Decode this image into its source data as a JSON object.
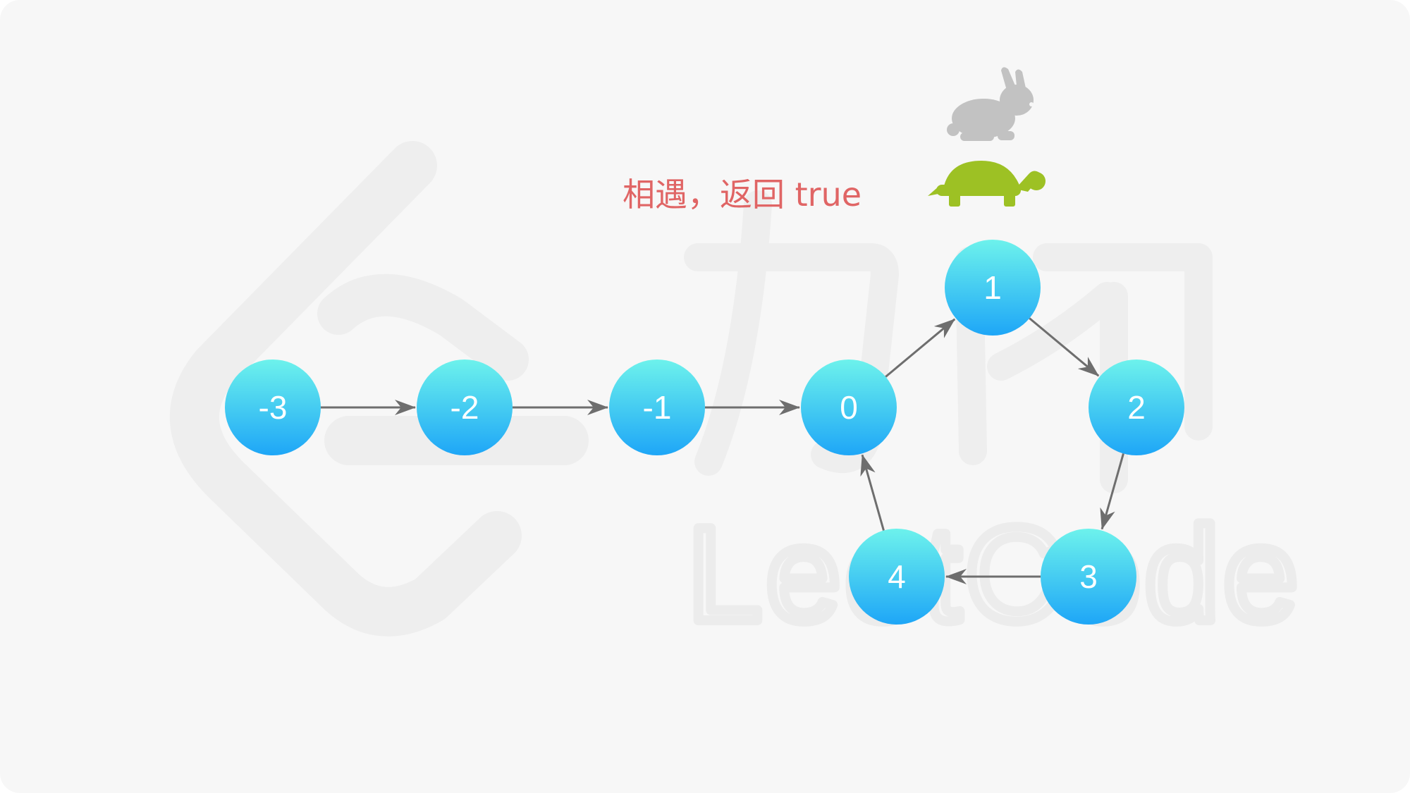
{
  "caption": "相遇，返回 true",
  "watermark": {
    "text": "LeetCode",
    "glyphs": "力扣"
  },
  "nodes": [
    {
      "id": "n-3",
      "label": "-3"
    },
    {
      "id": "n-2",
      "label": "-2"
    },
    {
      "id": "n-1",
      "label": "-1"
    },
    {
      "id": "n0",
      "label": "0"
    },
    {
      "id": "n1",
      "label": "1"
    },
    {
      "id": "n2",
      "label": "2"
    },
    {
      "id": "n3",
      "label": "3"
    },
    {
      "id": "n4",
      "label": "4"
    }
  ],
  "edges": [
    {
      "from": "n-3",
      "to": "n-2"
    },
    {
      "from": "n-2",
      "to": "n-1"
    },
    {
      "from": "n-1",
      "to": "n0"
    },
    {
      "from": "n0",
      "to": "n1"
    },
    {
      "from": "n1",
      "to": "n2"
    },
    {
      "from": "n2",
      "to": "n3"
    },
    {
      "from": "n3",
      "to": "n4"
    },
    {
      "from": "n4",
      "to": "n0"
    }
  ],
  "markers": [
    {
      "name": "rabbit-icon",
      "color": "#c2c2c2",
      "at_node": "n1"
    },
    {
      "name": "turtle-icon",
      "color": "#9dc124",
      "at_node": "n1"
    }
  ],
  "colors": {
    "node_top": "#6df2ec",
    "node_bottom": "#1ea6f7",
    "edge": "#6e6e6e",
    "caption": "#e06565"
  }
}
